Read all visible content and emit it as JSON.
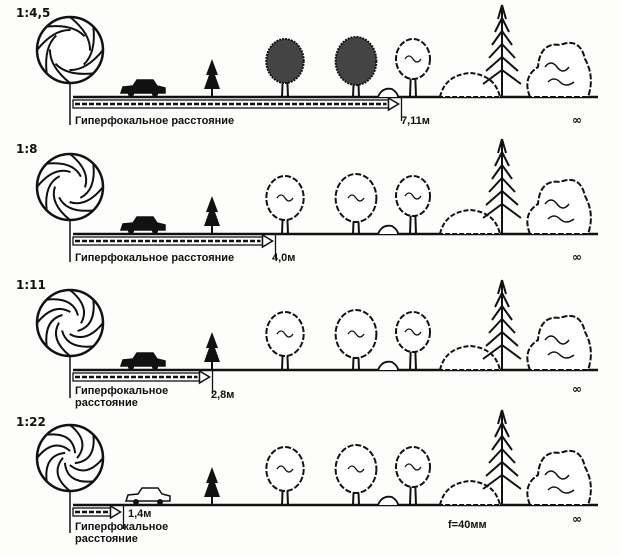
{
  "rows": [
    {
      "aperture": "1:4,5",
      "distance": "7,11м",
      "infinity": "∞",
      "label": "Гиперфокальное расстояние",
      "sharp_from_fraction": 0.62
    },
    {
      "aperture": "1:8",
      "distance": "4,0м",
      "infinity": "∞",
      "label": "Гиперфокальное расстояние",
      "sharp_from_fraction": 0.38
    },
    {
      "aperture": "1:11",
      "distance": "2,8м",
      "infinity": "∞",
      "label_line1": "Гиперфокальное",
      "label_line2": "расстояние",
      "sharp_from_fraction": 0.26
    },
    {
      "aperture": "1:22",
      "distance": "1,4м",
      "infinity": "∞",
      "label_line1": "Гиперфокальное",
      "label_line2": "расстояние",
      "sharp_from_fraction": 0.1
    }
  ],
  "focal_length": "f=40мм",
  "colors": {
    "ink": "#111111",
    "paper": "#fdfdfb"
  }
}
